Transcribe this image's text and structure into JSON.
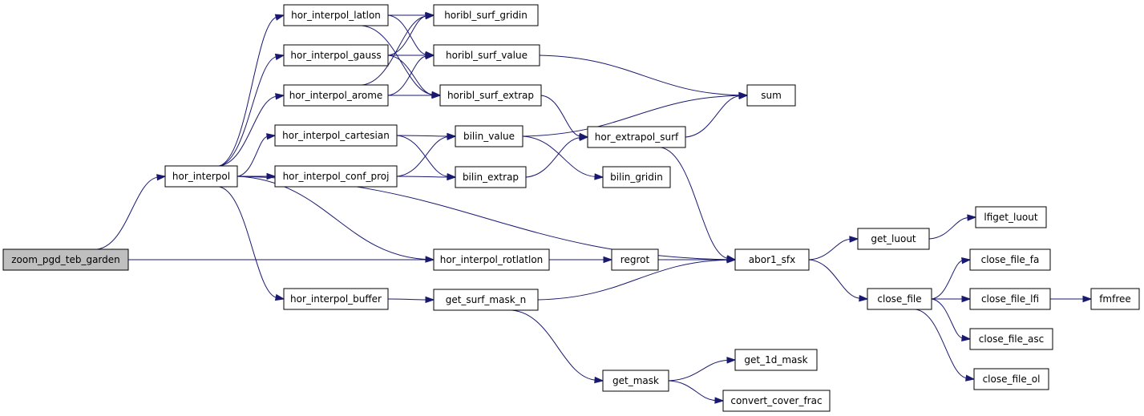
{
  "root": "zoom_pgd_teb_garden",
  "nodes": {
    "zoom": "zoom_pgd_teb_garden",
    "hi": "hor_interpol",
    "latlon": "hor_interpol_latlon",
    "gauss": "hor_interpol_gauss",
    "arome": "hor_interpol_arome",
    "cart": "hor_interpol_cartesian",
    "conf": "hor_interpol_conf_proj",
    "rotl": "hor_interpol_rotlatlon",
    "buf": "hor_interpol_buffer",
    "grid": "horibl_surf_gridin",
    "val": "horibl_surf_value",
    "ext": "horibl_surf_extrap",
    "bval": "bilin_value",
    "bext": "bilin_extrap",
    "bgrid": "bilin_gridin",
    "hes": "hor_extrapol_surf",
    "sum": "sum",
    "abor": "abor1_sfx",
    "regrot": "regrot",
    "gsm": "get_surf_mask_n",
    "gmask": "get_mask",
    "g1d": "get_1d_mask",
    "ccf": "convert_cover_frac",
    "luout": "get_luout",
    "lfig": "lfiget_luout",
    "cf": "close_file",
    "cffa": "close_file_fa",
    "cflfi": "close_file_lfi",
    "cfasc": "close_file_asc",
    "cfol": "close_file_ol",
    "fmfree": "fmfree"
  },
  "edges": [
    [
      "zoom",
      "hi"
    ],
    [
      "zoom",
      "abor"
    ],
    [
      "hi",
      "latlon"
    ],
    [
      "hi",
      "gauss"
    ],
    [
      "hi",
      "arome"
    ],
    [
      "hi",
      "cart"
    ],
    [
      "hi",
      "conf"
    ],
    [
      "hi",
      "abor"
    ],
    [
      "hi",
      "rotl"
    ],
    [
      "hi",
      "buf"
    ],
    [
      "latlon",
      "grid"
    ],
    [
      "latlon",
      "val"
    ],
    [
      "latlon",
      "ext"
    ],
    [
      "gauss",
      "grid"
    ],
    [
      "gauss",
      "val"
    ],
    [
      "gauss",
      "ext"
    ],
    [
      "arome",
      "grid"
    ],
    [
      "arome",
      "val"
    ],
    [
      "arome",
      "ext"
    ],
    [
      "val",
      "sum"
    ],
    [
      "ext",
      "hes"
    ],
    [
      "cart",
      "bval"
    ],
    [
      "cart",
      "bext"
    ],
    [
      "conf",
      "bval"
    ],
    [
      "conf",
      "bext"
    ],
    [
      "bval",
      "sum"
    ],
    [
      "bval",
      "bgrid"
    ],
    [
      "bext",
      "hes"
    ],
    [
      "hes",
      "sum"
    ],
    [
      "hes",
      "abor"
    ],
    [
      "rotl",
      "regrot"
    ],
    [
      "regrot",
      "abor"
    ],
    [
      "buf",
      "gsm"
    ],
    [
      "gsm",
      "abor"
    ],
    [
      "gsm",
      "gmask"
    ],
    [
      "gmask",
      "g1d"
    ],
    [
      "gmask",
      "ccf"
    ],
    [
      "abor",
      "luout"
    ],
    [
      "abor",
      "cf"
    ],
    [
      "luout",
      "lfig"
    ],
    [
      "cf",
      "cffa"
    ],
    [
      "cf",
      "cflfi"
    ],
    [
      "cf",
      "cfasc"
    ],
    [
      "cf",
      "cfol"
    ],
    [
      "cflfi",
      "fmfree"
    ]
  ]
}
